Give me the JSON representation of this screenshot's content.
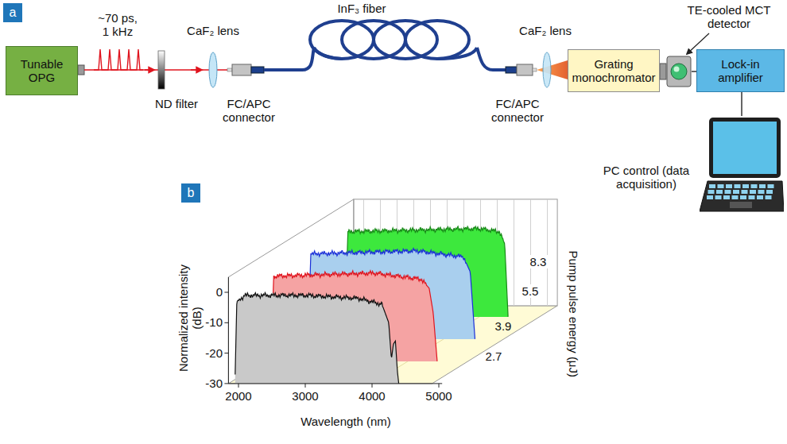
{
  "diagram": {
    "nodes": [
      {
        "text": [
          "a"
        ]
      },
      {
        "text": [
          "Tunable OPG"
        ]
      },
      {
        "text": [
          "Grating monochromator"
        ]
      },
      {
        "text": [
          "TE-cooled MCT detector"
        ]
      },
      {
        "text": [
          "Lock-in amplifier"
        ]
      },
      {
        "text": [
          "PC control (data acquisition)"
        ]
      },
      {
        "text": [
          "b"
        ]
      }
    ],
    "edges": [
      {
        "from": 3,
        "to": 4,
        "arrow": "none"
      },
      {
        "from": 4,
        "to": 5,
        "arrow": "none"
      }
    ],
    "labels": [
      "~70 ps, 1 kHz",
      "ND filter",
      "CaF₂ lens",
      "FC/APC connector",
      "InF₃ fiber",
      "CaF₂ lens",
      "FC/APC connector",
      "Normalized intensity (dB)",
      "0",
      "-10",
      "-20",
      "-30",
      "2000",
      "3000",
      "4000",
      "5000",
      "Wavelength (nm)",
      "8.3",
      "5.5",
      "3.9",
      "2.7",
      "Pump pulse energy (μJ)"
    ]
  }
}
